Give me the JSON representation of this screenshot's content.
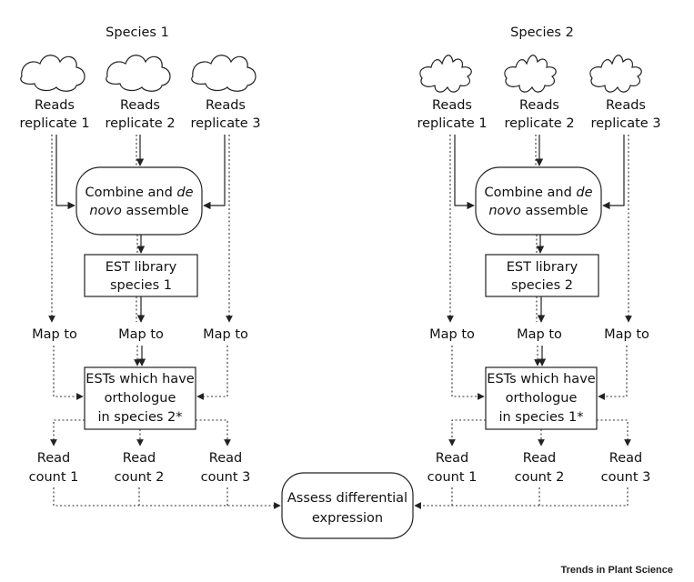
{
  "species_left": {
    "title": "Species 1",
    "reads": [
      {
        "line1": "Reads",
        "line2": "replicate 1"
      },
      {
        "line1": "Reads",
        "line2": "replicate 2"
      },
      {
        "line1": "Reads",
        "line2": "replicate 3"
      }
    ],
    "assemble": {
      "line1": "Combine and",
      "line1_em": "de",
      "line2_em": "novo",
      "line2": " assemble"
    },
    "est_library": {
      "line1": "EST library",
      "line2": "species 1"
    },
    "map_to": [
      "Map to",
      "Map to",
      "Map to"
    ],
    "orthologue": {
      "line1": "ESTs which have",
      "line2": "orthologue",
      "line3": "in species 2*"
    },
    "read_counts": [
      {
        "line1": "Read",
        "line2": "count 1"
      },
      {
        "line1": "Read",
        "line2": "count 2"
      },
      {
        "line1": "Read",
        "line2": "count 3"
      }
    ]
  },
  "species_right": {
    "title": "Species 2",
    "reads": [
      {
        "line1": "Reads",
        "line2": "replicate 1"
      },
      {
        "line1": "Reads",
        "line2": "replicate 2"
      },
      {
        "line1": "Reads",
        "line2": "replicate 3"
      }
    ],
    "assemble": {
      "line1": "Combine and",
      "line1_em": "de",
      "line2_em": "novo",
      "line2": " assemble"
    },
    "est_library": {
      "line1": "EST library",
      "line2": "species 2"
    },
    "map_to": [
      "Map to",
      "Map to",
      "Map to"
    ],
    "orthologue": {
      "line1": "ESTs which have",
      "line2": "orthologue",
      "line3": "in species 1*"
    },
    "read_counts": [
      {
        "line1": "Read",
        "line2": "count 1"
      },
      {
        "line1": "Read",
        "line2": "count 2"
      },
      {
        "line1": "Read",
        "line2": "count 3"
      }
    ]
  },
  "final": {
    "line1": "Assess differential",
    "line2": "expression"
  },
  "footer": {
    "brand": "Trends in Plant Science"
  }
}
